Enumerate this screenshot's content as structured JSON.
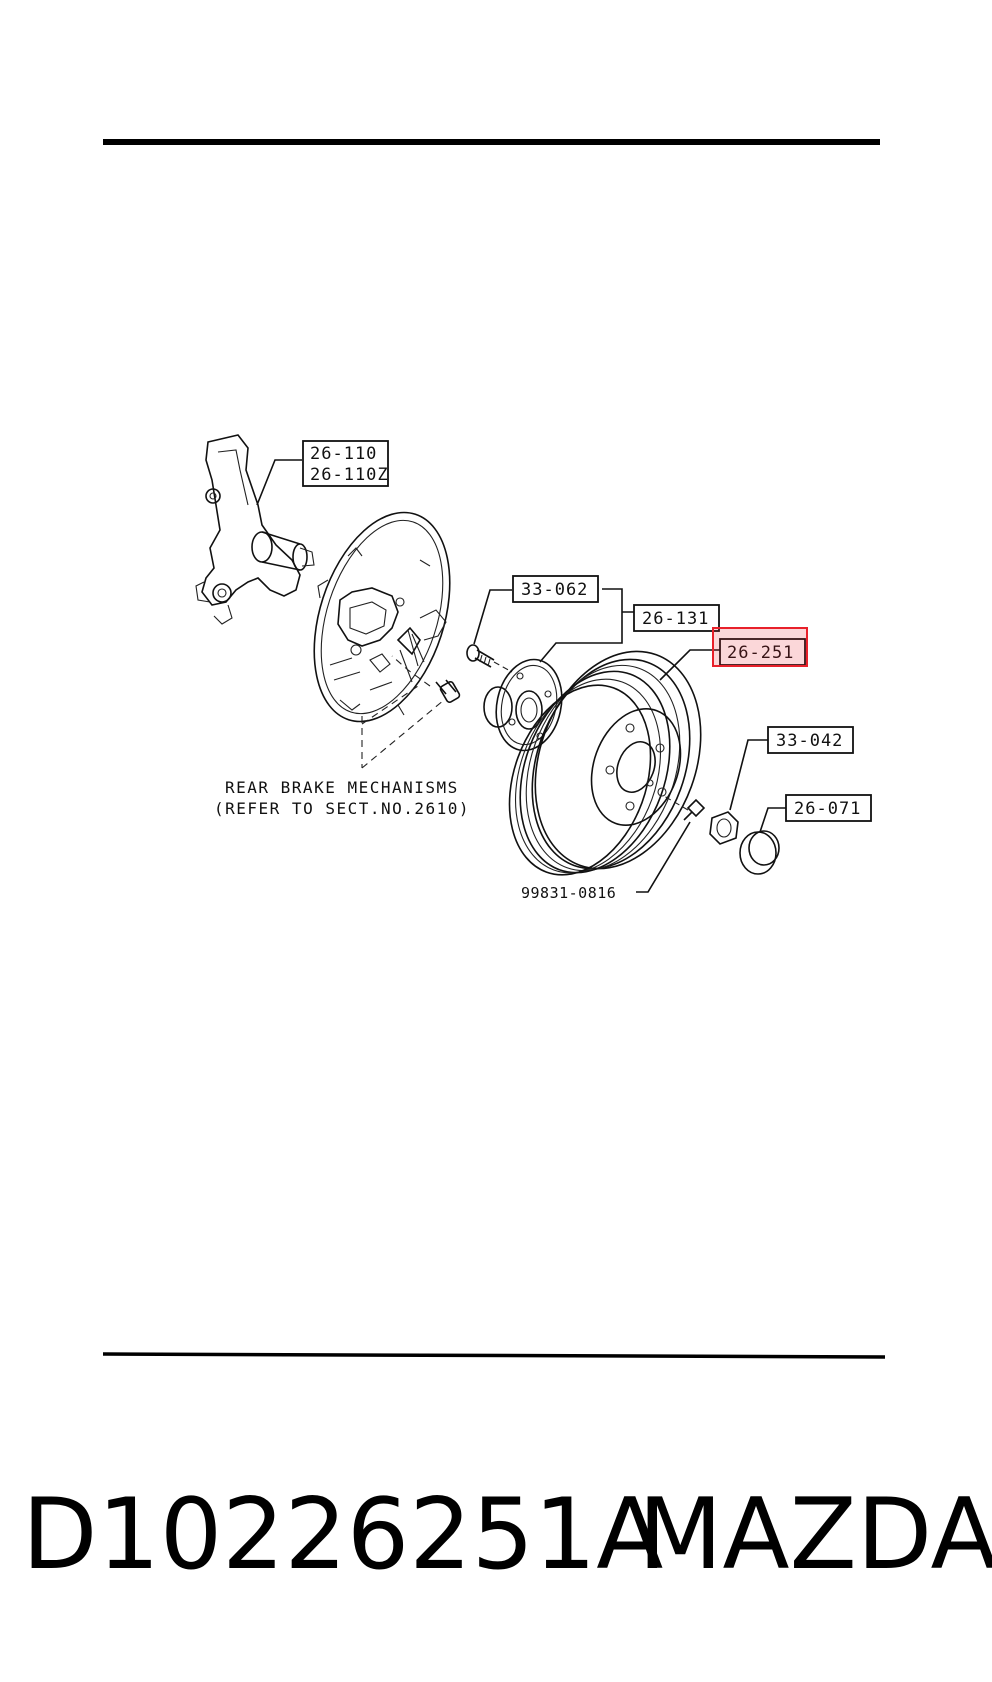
{
  "labels": {
    "knuckle_a": "26-110",
    "knuckle_b": "26-110Z",
    "hub_bolt": "33-062",
    "hub": "26-131",
    "drum": "26-251",
    "nut": "33-042",
    "cap": "26-071",
    "screw": "99831-0816"
  },
  "note": {
    "line1": "REAR BRAKE MECHANISMS",
    "line2": "(REFER TO SECT.NO.2610)"
  },
  "highlight": {
    "part": "26-251",
    "color": "#e8202a"
  },
  "footer": {
    "part_number": "D10226251A",
    "brand": "MAZDA"
  }
}
